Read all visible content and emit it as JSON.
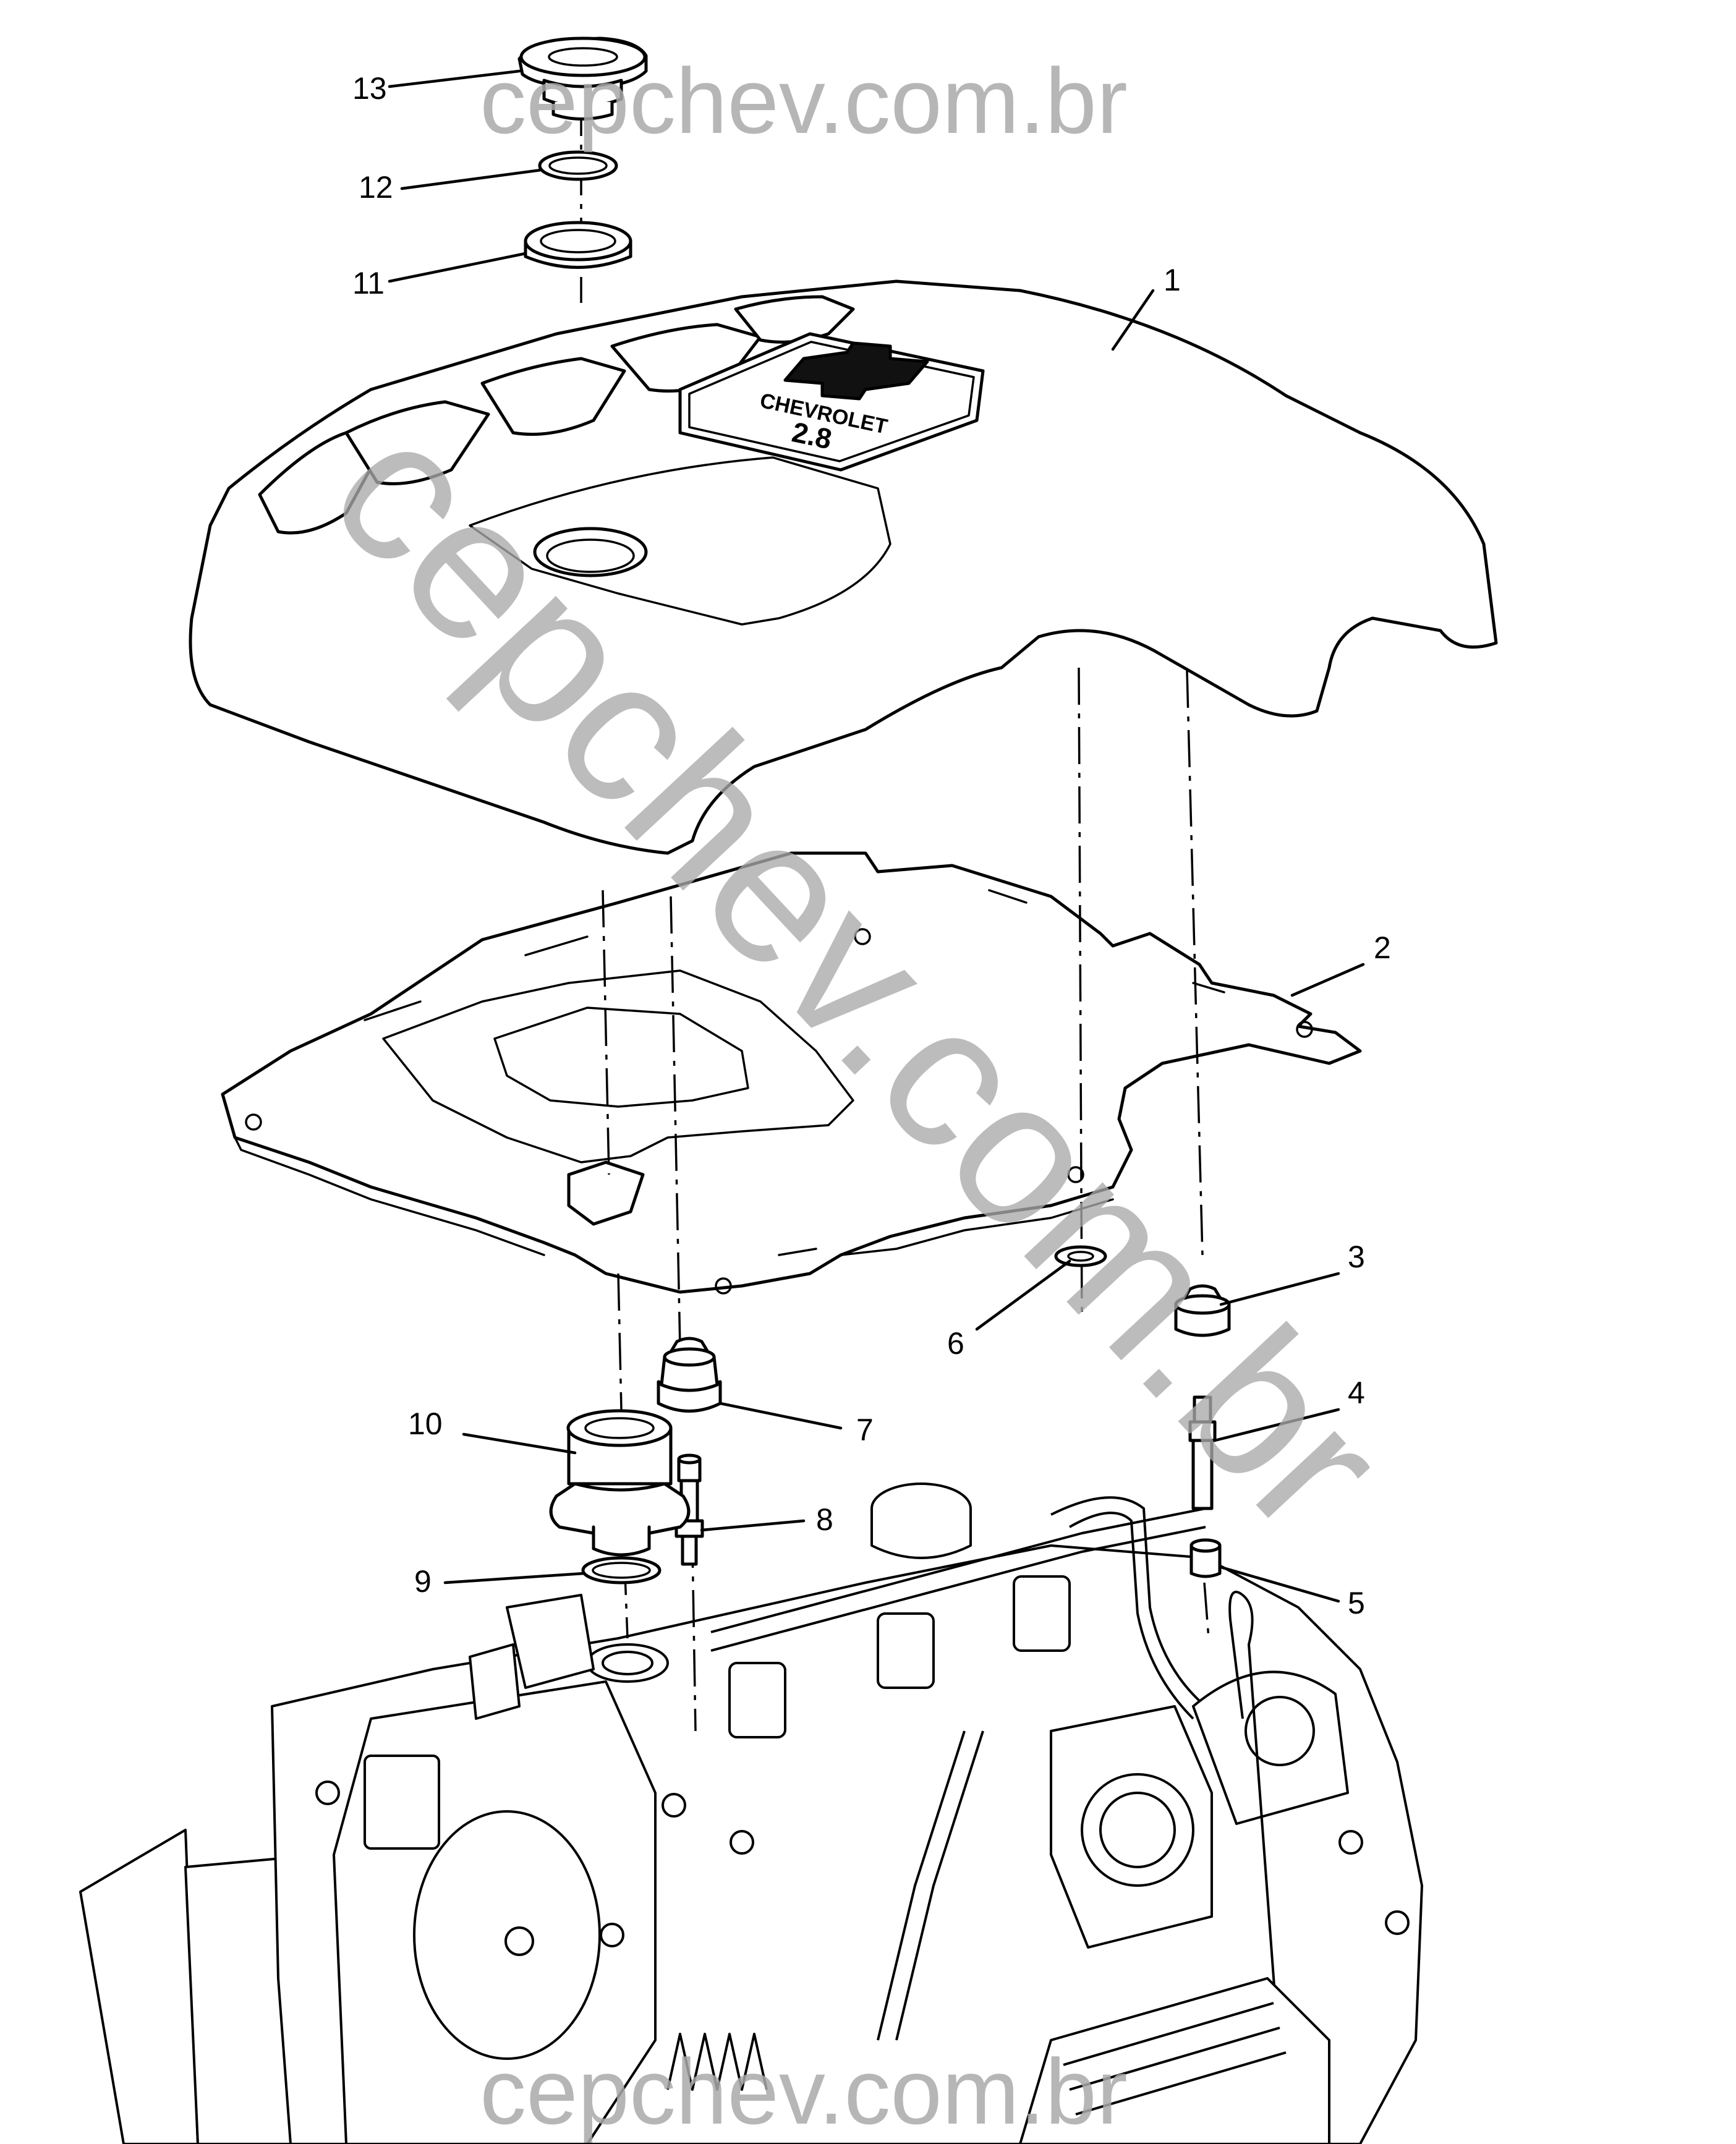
{
  "watermark": {
    "text": "cepchev.com.br",
    "color": "#a9a9a9"
  },
  "emblem": {
    "line1": "CHEVROLET",
    "line2": "2.8"
  },
  "callouts": [
    {
      "id": "1",
      "label": "1"
    },
    {
      "id": "2",
      "label": "2"
    },
    {
      "id": "3",
      "label": "3"
    },
    {
      "id": "4",
      "label": "4"
    },
    {
      "id": "5",
      "label": "5"
    },
    {
      "id": "6",
      "label": "6"
    },
    {
      "id": "7",
      "label": "7"
    },
    {
      "id": "8",
      "label": "8"
    },
    {
      "id": "9",
      "label": "9"
    },
    {
      "id": "10",
      "label": "10"
    },
    {
      "id": "11",
      "label": "11"
    },
    {
      "id": "12",
      "label": "12"
    },
    {
      "id": "13",
      "label": "13"
    }
  ]
}
